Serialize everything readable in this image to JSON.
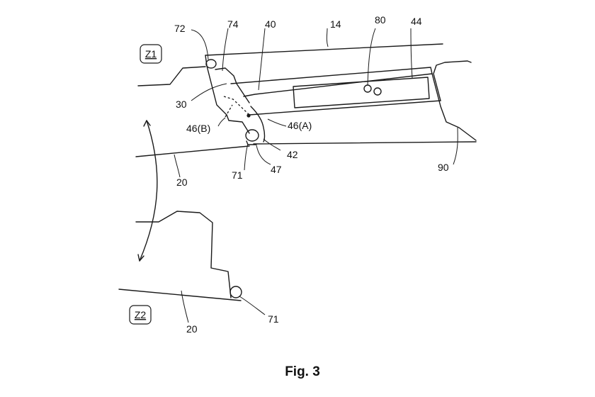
{
  "figure": {
    "caption": "Fig. 3",
    "zones": {
      "z1": "Z1",
      "z2": "Z2"
    },
    "labels": {
      "l72": "72",
      "l74": "74",
      "l40": "40",
      "l14": "14",
      "l80": "80",
      "l44": "44",
      "l30": "30",
      "l46b": "46(B)",
      "l46a": "46(A)",
      "l42": "42",
      "l47": "47",
      "l71a": "71",
      "l20a": "20",
      "l90": "90",
      "l20b": "20",
      "l71b": "71"
    }
  }
}
